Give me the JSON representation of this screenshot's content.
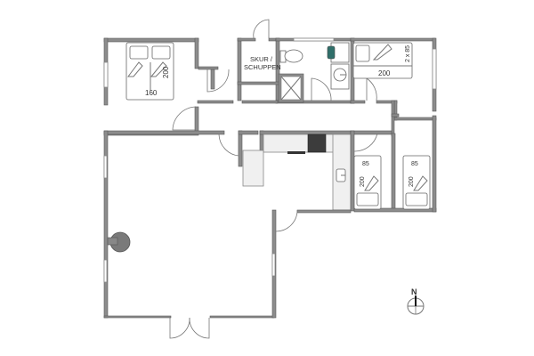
{
  "floorplan": {
    "rooms": {
      "bedroom_main": {
        "bed_width": "160",
        "bed_length": "200"
      },
      "shed": {
        "label_line1": "SKUR /",
        "label_line2": "SCHUPPEN"
      },
      "bedroom_bunk": {
        "bunk_width": "2 x 85",
        "bunk_length": "200"
      },
      "bedroom_single_1": {
        "bed_width": "85",
        "bed_length": "200"
      },
      "bedroom_single_2": {
        "bed_width": "85",
        "bed_length": "200"
      }
    },
    "compass": {
      "label": "N"
    }
  },
  "colors": {
    "wall": "#8c8c8c",
    "wall_stroke": "#555555",
    "appliance_dark": "#3a3a3a",
    "counter": "#f0f0f0",
    "stove": "#6e6e6e"
  }
}
